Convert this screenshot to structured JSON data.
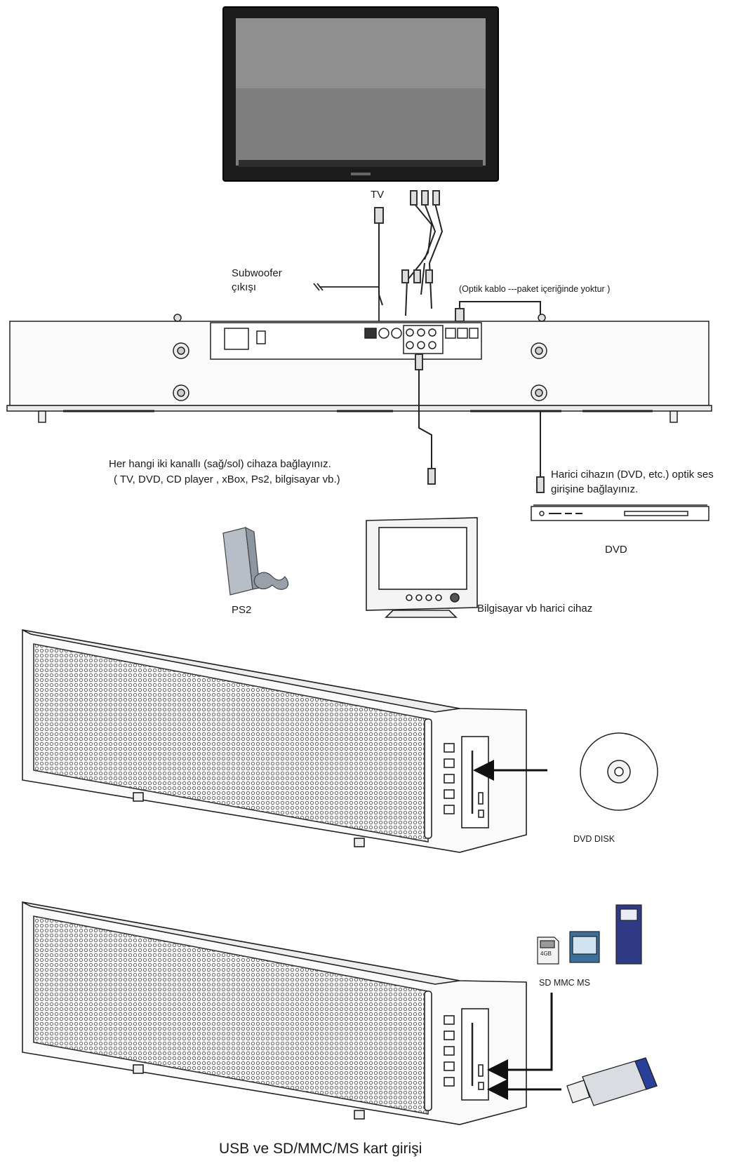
{
  "labels": {
    "tv": "TV",
    "subwoofer_line1": "Subwoofer",
    "subwoofer_line2": "çıkışı",
    "optical_note": "(Optik kablo ---paket içeriğinde yoktur )",
    "analog_line1": "Her hangi iki kanallı (sağ/sol) cihaza bağlayınız.",
    "analog_line2": "( TV, DVD, CD player , xBox, Ps2, bilgisayar vb.)",
    "optical_line1": "Harici cihazın (DVD, etc.) optik ses",
    "optical_line2": "girişine bağlayınız.",
    "dvd": "DVD",
    "ps2": "PS2",
    "computer": "Bilgisayar vb harici cihaz",
    "dvd_disk": "DVD DISK",
    "cards": "SD MMC MS",
    "bottom_caption": "USB ve SD/MMC/MS kart girişi"
  },
  "card_text": {
    "sd_capacity": "4GB"
  }
}
